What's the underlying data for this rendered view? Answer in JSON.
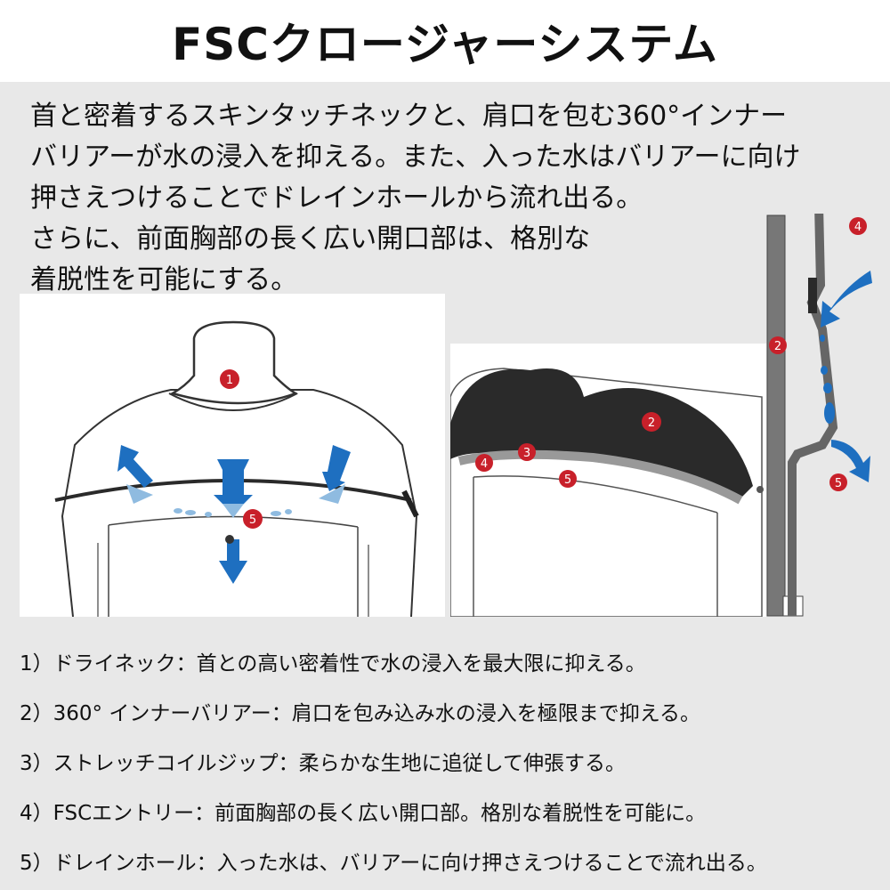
{
  "title": "FSCクロージャーシステム",
  "intro_lines": [
    "首と密着するスキンタッチネックと、肩口を包む360°インナー",
    "バリアーが水の浸入を抑える。また、入った水はバリアーに向け",
    "押さえつけることでドレインホールから流れ出る。",
    "さらに、前面胸部の長く広い開口部は、格別な",
    "着脱性を可能にする。"
  ],
  "markers": [
    "1",
    "2",
    "3",
    "4",
    "5"
  ],
  "legend": [
    {
      "num": "1）",
      "text": "ドライネック：首との高い密着性で水の浸入を最大限に抑える。"
    },
    {
      "num": "2）",
      "text": "360° インナーバリアー：肩口を包み込み水の浸入を極限まで抑える。"
    },
    {
      "num": "3）",
      "text": "ストレッチコイルジップ：柔らかな生地に追従して伸張する。"
    },
    {
      "num": "4）",
      "text": "FSCエントリー：前面胸部の長く広い開口部。格別な着脱性を可能に。"
    },
    {
      "num": "5）",
      "text": "ドレインホール：入った水は、バリアーに向け押さえつけることで流れ出る。"
    }
  ],
  "colors": {
    "marker_red": "#c8202a",
    "arrow_blue": "#1e6fc0",
    "arrow_light": "#8fbbe0",
    "barrier_black": "#2a2a2a"
  }
}
